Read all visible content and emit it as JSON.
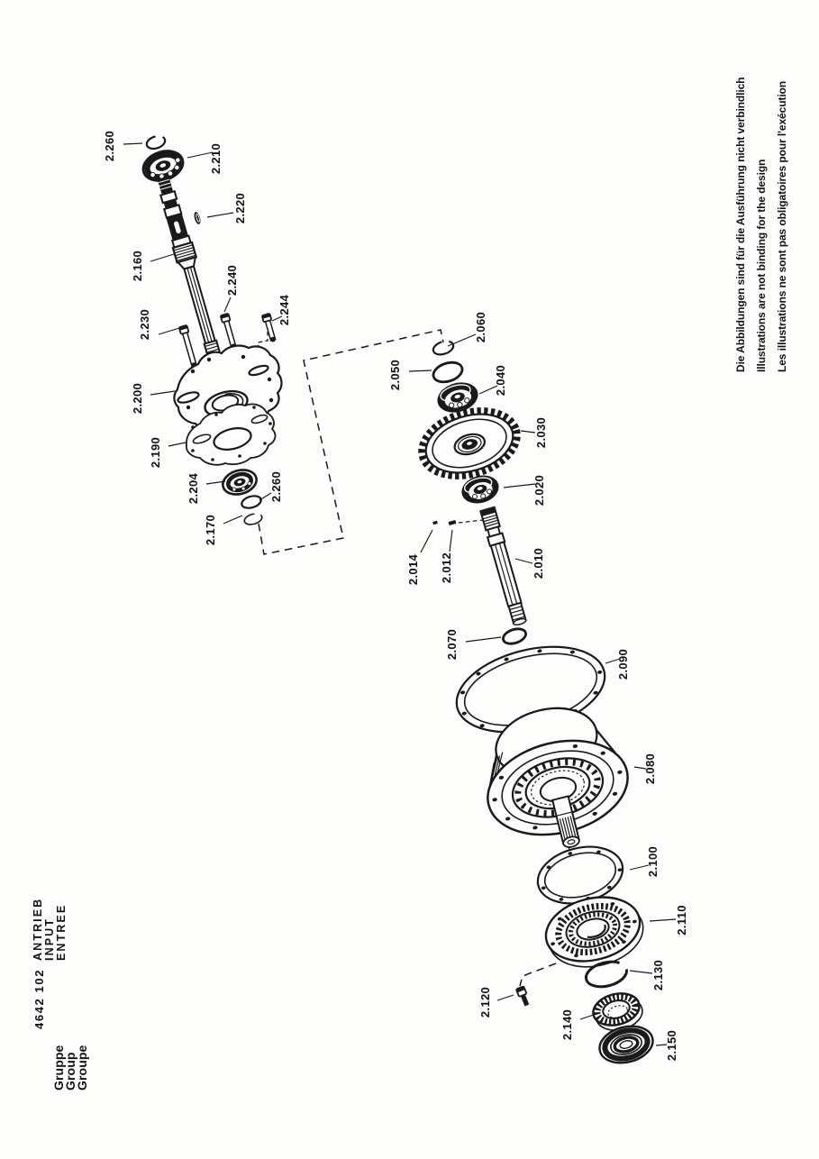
{
  "page": {
    "background": "#fdfdfb",
    "ink": "#1a1a1a"
  },
  "group_header": {
    "labels": [
      "Gruppe",
      "Group",
      "Groupe"
    ],
    "code": "4642 102",
    "titles": [
      "ANTRIEB",
      "INPUT",
      "ENTREE"
    ]
  },
  "disclaimer": {
    "lines": [
      "Die Abbildungen sind für die Ausführung nicht verbindlich",
      "Illustrations are not binding for the design",
      "Les illustrations ne sont pas obligatoires pour l'exécution"
    ]
  },
  "diagram": {
    "labels": [
      {
        "part": "2.260"
      },
      {
        "part": "2.210"
      },
      {
        "part": "2.220"
      },
      {
        "part": "2.160"
      },
      {
        "part": "2.240"
      },
      {
        "part": "2.230"
      },
      {
        "part": "2.244"
      },
      {
        "part": "2.200"
      },
      {
        "part": "2.190"
      },
      {
        "part": "2.204"
      },
      {
        "part": "2.260"
      },
      {
        "part": "2.170"
      },
      {
        "part": "2.060"
      },
      {
        "part": "2.050"
      },
      {
        "part": "2.040"
      },
      {
        "part": "2.030"
      },
      {
        "part": "2.020"
      },
      {
        "part": "2.014"
      },
      {
        "part": "2.012"
      },
      {
        "part": "2.010"
      },
      {
        "part": "2.070"
      },
      {
        "part": "2.090"
      },
      {
        "part": "2.080"
      },
      {
        "part": "2.100"
      },
      {
        "part": "2.110"
      },
      {
        "part": "2.130"
      },
      {
        "part": "2.120"
      },
      {
        "part": "2.140"
      },
      {
        "part": "2.150"
      }
    ]
  }
}
